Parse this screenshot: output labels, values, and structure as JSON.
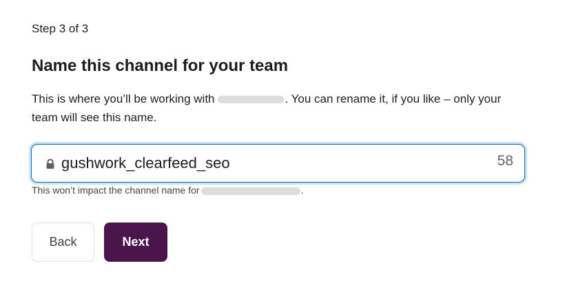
{
  "step_label": "Step 3 of 3",
  "title": "Name this channel for your team",
  "description": {
    "before_redaction": "This is where you’ll be working with",
    "after_redaction": ". You can rename it, if you like – only your team will see this name."
  },
  "channel_input": {
    "value": "gushwork_clearfeed_seo",
    "remaining_chars": "58",
    "icon": "lock-icon"
  },
  "hint": {
    "before_redaction": "This won’t impact the channel name for",
    "after_redaction": "."
  },
  "buttons": {
    "back_label": "Back",
    "next_label": "Next"
  },
  "colors": {
    "primary": "#4a154b",
    "focus_ring": "#c7e3f7",
    "focus_border": "#1264a3"
  }
}
